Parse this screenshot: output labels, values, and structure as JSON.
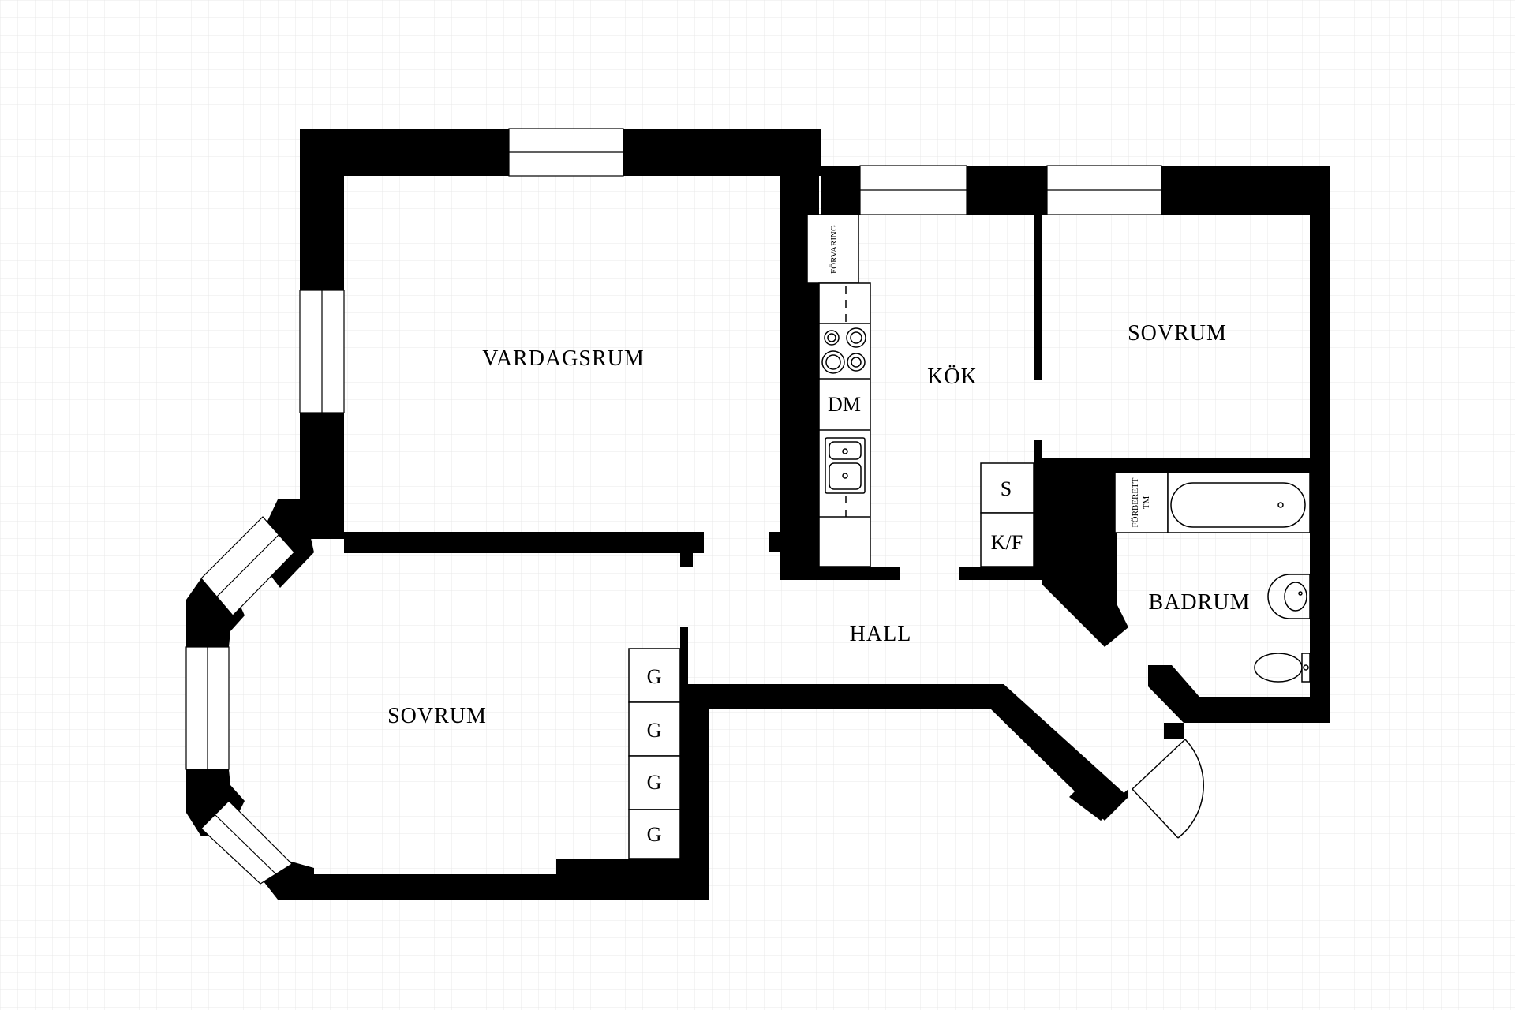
{
  "rooms": {
    "living_room": "VARDAGSRUM",
    "kitchen": "KÖK",
    "bedroom_north": "SOVRUM",
    "bedroom_south": "SOVRUM",
    "bathroom": "BADRUM",
    "hall": "HALL"
  },
  "fixtures": {
    "storage": "FÖRVARING",
    "dishwasher": "DM",
    "laundry": "S",
    "fridge_freezer": "K/F",
    "wardrobe_1": "G",
    "wardrobe_2": "G",
    "wardrobe_3": "G",
    "wardrobe_4": "G",
    "prepared_line1": "FÖRBERETT",
    "prepared_line2": "TM"
  },
  "colors": {
    "walls": "#000000",
    "background": "#ffffff",
    "grid": "#e8e8e8"
  }
}
